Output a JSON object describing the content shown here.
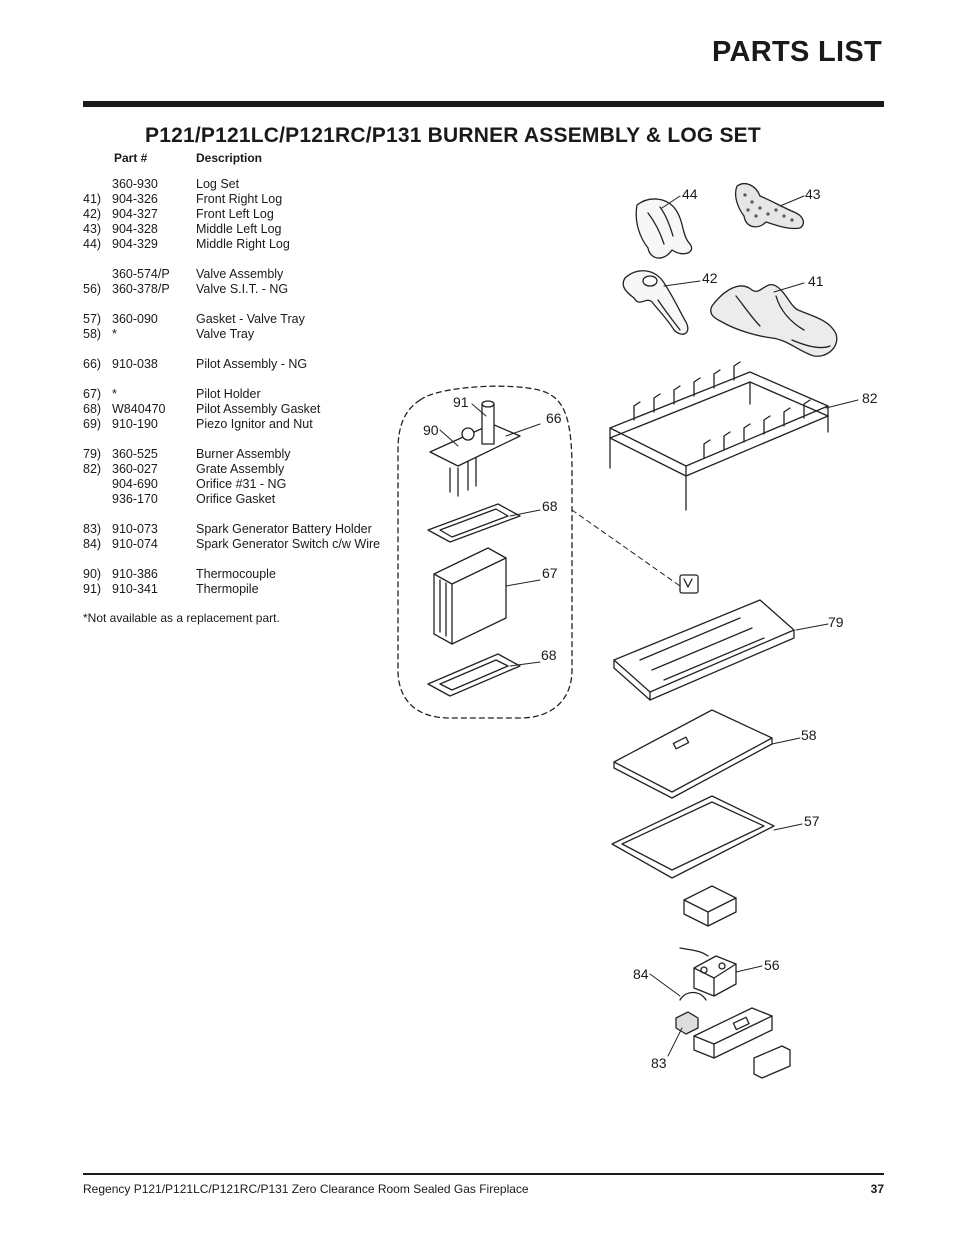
{
  "page_title": "PARTS LIST",
  "section_title": "P121/P121LC/P121RC/P131  BURNER  ASSEMBLY  &  LOG  SET",
  "columns": {
    "part": "Part #",
    "description": "Description"
  },
  "parts": [
    {
      "ref": "",
      "part": "360-930",
      "desc": "Log Set"
    },
    {
      "ref": "41)",
      "part": "904-326",
      "desc": "Front Right Log"
    },
    {
      "ref": "42)",
      "part": "904-327",
      "desc": "Front Left Log"
    },
    {
      "ref": "43)",
      "part": "904-328",
      "desc": "Middle Left Log"
    },
    {
      "ref": "44)",
      "part": "904-329",
      "desc": "Middle Right Log"
    },
    {
      "gap": true
    },
    {
      "ref": "",
      "part": "360-574/P",
      "desc": "Valve  Assembly"
    },
    {
      "ref": "56)",
      "part": "360-378/P",
      "desc": "Valve S.I.T. - NG"
    },
    {
      "gap": true
    },
    {
      "ref": "57)",
      "part": "360-090",
      "desc": "Gasket - Valve Tray"
    },
    {
      "ref": "58)",
      "part": "*",
      "desc": "Valve  Tray"
    },
    {
      "gap": true
    },
    {
      "ref": "66)",
      "part": "910-038",
      "desc": "Pilot Assembly - NG"
    },
    {
      "gap": true
    },
    {
      "ref": "67)",
      "part": "*",
      "desc": "Pilot Holder"
    },
    {
      "ref": "68)",
      "part": "W840470",
      "desc": "Pilot Assembly Gasket"
    },
    {
      "ref": "69)",
      "part": "910-190",
      "desc": "Piezo Ignitor and Nut"
    },
    {
      "gap": true
    },
    {
      "ref": "79)",
      "part": "360-525",
      "desc": "Burner  Assembly"
    },
    {
      "ref": "82)",
      "part": "360-027",
      "desc": "Grate  Assembly"
    },
    {
      "ref": "",
      "part": "904-690",
      "desc": "Orifice #31 - NG"
    },
    {
      "ref": "",
      "part": "936-170",
      "desc": "Orifice  Gasket"
    },
    {
      "gap": true
    },
    {
      "ref": "83)",
      "part": "910-073",
      "desc": "Spark Generator Battery Holder"
    },
    {
      "ref": "84)",
      "part": "910-074",
      "desc": "Spark  Generator  Switch  c/w  Wire"
    },
    {
      "gap": true
    },
    {
      "ref": "90)",
      "part": "910-386",
      "desc": "Thermocouple"
    },
    {
      "ref": "91)",
      "part": "910-341",
      "desc": "Thermopile"
    }
  ],
  "note": "*Not available as a replacement part.",
  "callouts": [
    "44",
    "43",
    "42",
    "41",
    "82",
    "91",
    "66",
    "90",
    "68",
    "67",
    "68",
    "79",
    "58",
    "57",
    "56",
    "84",
    "83"
  ],
  "footer": {
    "text": "Regency P121/P121LC/P121RC/P131 Zero Clearance Room Sealed Gas Fireplace",
    "page": "37"
  }
}
